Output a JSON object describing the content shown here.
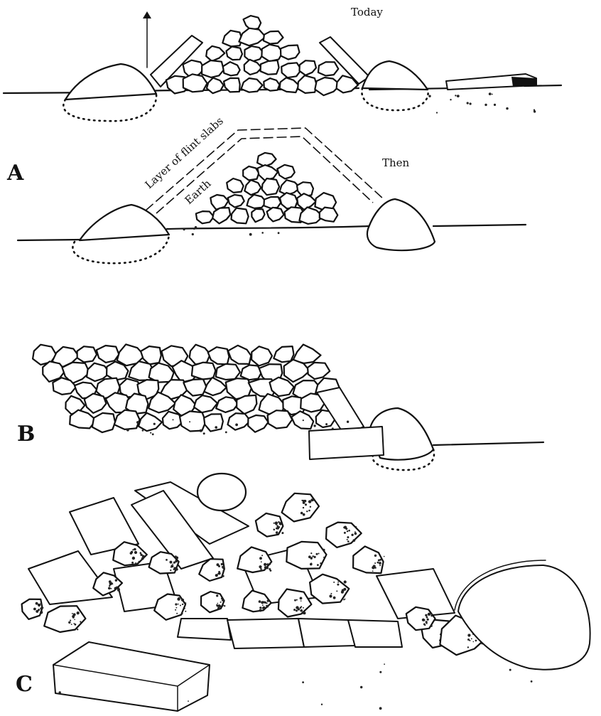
{
  "labels": {
    "today": "Today",
    "then": "Then",
    "flint": "Layer of flint slabs",
    "earth": "Earth",
    "panel_a": "A",
    "panel_b": "B",
    "panel_c": "C"
  }
}
